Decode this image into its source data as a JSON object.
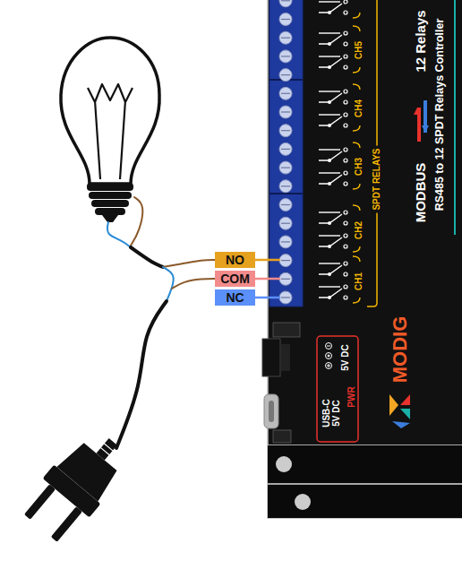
{
  "diagram": {
    "nodes": [
      {
        "text": [
          "NO"
        ]
      },
      {
        "text": [
          "COM"
        ]
      },
      {
        "text": [
          "NC"
        ]
      }
    ],
    "labels": [
      "CH1",
      "CH2",
      "CH3",
      "CH4",
      "CH5",
      "SPDT RELAYS",
      "MODBUS",
      "12 Relays",
      "RS485 to 12 SPDT Relays Controller",
      "MODIG",
      "5V DC",
      "USB-C 5V DC",
      "PWR"
    ]
  }
}
